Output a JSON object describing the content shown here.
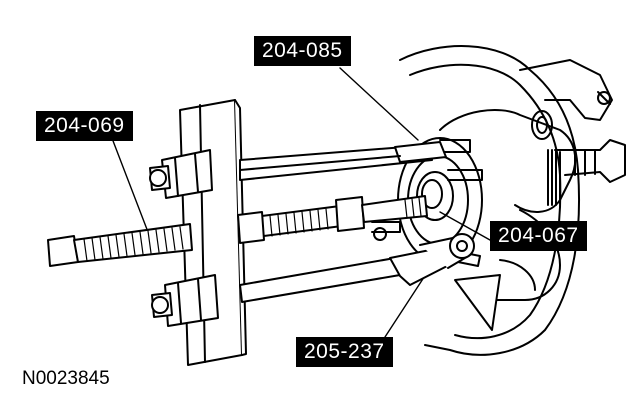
{
  "callouts": {
    "tool_204_085": "204-085",
    "tool_204_069": "204-069",
    "tool_204_067": "204-067",
    "tool_205_237": "205-237"
  },
  "figure_id": "N0023845",
  "colors": {
    "line": "#000000",
    "fill": "#ffffff",
    "label_bg": "#000000",
    "label_text": "#ffffff"
  }
}
